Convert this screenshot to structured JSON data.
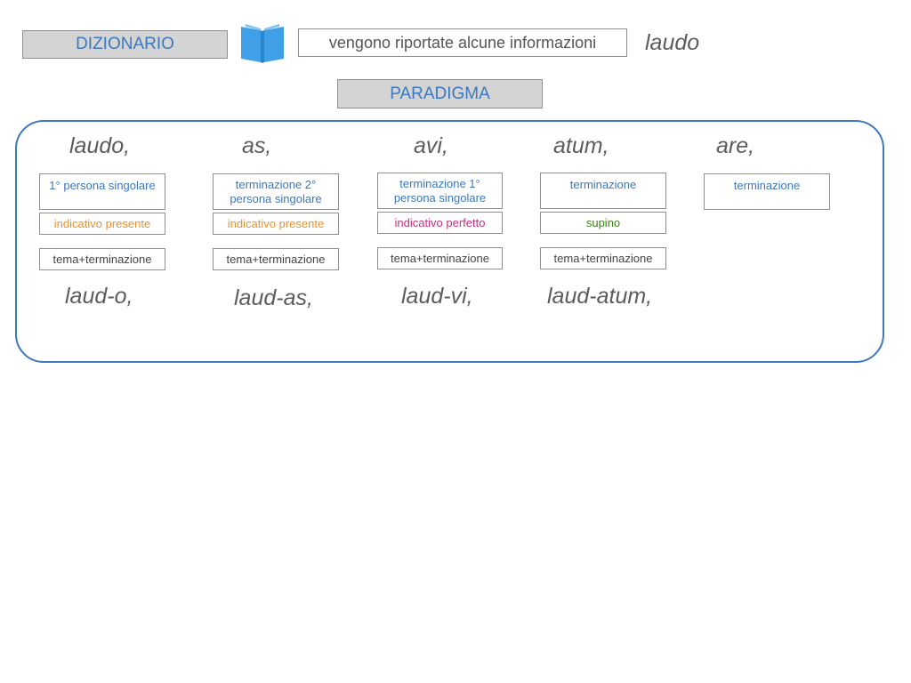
{
  "header": {
    "dizionario_label": "DIZIONARIO",
    "info_text": "vengono riportate alcune informazioni",
    "headword": "laudo",
    "paradigma_label": "PARADIGMA"
  },
  "colors": {
    "accent_blue": "#3b78c0",
    "orange": "#e8932a",
    "magenta": "#c6307f",
    "green": "#3d7d1c",
    "book_icon": "#3fa0e8"
  },
  "columns": [
    {
      "form": "laudo,",
      "role": "1° persona singolare",
      "tense": "indicativo presente",
      "structure": "tema+terminazione",
      "split": "laud-o,"
    },
    {
      "form": "as,",
      "role": "terminazione 2° persona singolare",
      "tense": "indicativo presente",
      "structure": "tema+terminazione",
      "split": "laud-as,"
    },
    {
      "form": "avi,",
      "role": "terminazione 1° persona singolare",
      "tense": "indicativo perfetto",
      "structure": "tema+terminazione",
      "split": "laud-vi,"
    },
    {
      "form": "atum,",
      "role": "terminazione",
      "tense": "supino",
      "structure": "tema+terminazione",
      "split": "laud-atum,"
    },
    {
      "form": "are,",
      "role": "terminazione"
    }
  ],
  "icons": {
    "book": "open-book-icon"
  }
}
